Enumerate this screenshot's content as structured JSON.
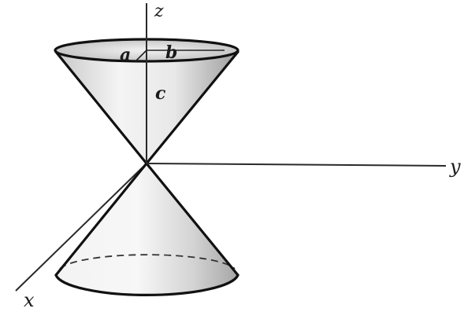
{
  "labels": {
    "z": "z",
    "y": "y",
    "x": "x",
    "a": "a",
    "b": "b",
    "c": "c"
  },
  "colors": {
    "line": "#111111",
    "shade_dark": "#9a9a9a",
    "shade_light": "#f2f2f2",
    "background": "#ffffff"
  }
}
